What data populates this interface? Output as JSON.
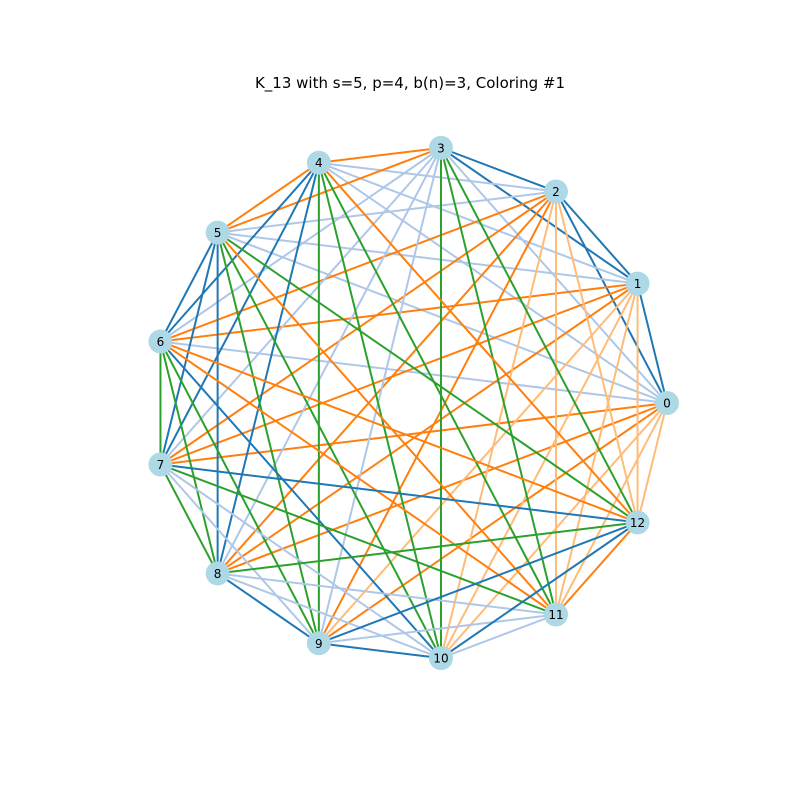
{
  "figure": {
    "title": "K_13 with s=5, p=4, b(n)=3, Coloring #1"
  },
  "colors": {
    "blue": "#1f77b4",
    "orange": "#ff7f0e",
    "green": "#2ca02c",
    "light_blue": "#aec7e8",
    "light_orange": "#ffbb78",
    "node_fill": "#add8e6"
  },
  "graph": {
    "nodes": [
      "0",
      "1",
      "2",
      "3",
      "4",
      "5",
      "6",
      "7",
      "8",
      "9",
      "10",
      "11",
      "12"
    ],
    "edges": [
      {
        "a": 0,
        "b": 1,
        "color": "blue"
      },
      {
        "a": 0,
        "b": 2,
        "color": "blue"
      },
      {
        "a": 0,
        "b": 3,
        "color": "light_blue"
      },
      {
        "a": 0,
        "b": 4,
        "color": "light_blue"
      },
      {
        "a": 0,
        "b": 5,
        "color": "light_blue"
      },
      {
        "a": 0,
        "b": 6,
        "color": "light_blue"
      },
      {
        "a": 0,
        "b": 7,
        "color": "orange"
      },
      {
        "a": 0,
        "b": 8,
        "color": "orange"
      },
      {
        "a": 0,
        "b": 9,
        "color": "orange"
      },
      {
        "a": 0,
        "b": 10,
        "color": "light_orange"
      },
      {
        "a": 0,
        "b": 11,
        "color": "light_orange"
      },
      {
        "a": 0,
        "b": 12,
        "color": "light_orange"
      },
      {
        "a": 1,
        "b": 2,
        "color": "blue"
      },
      {
        "a": 1,
        "b": 3,
        "color": "blue"
      },
      {
        "a": 1,
        "b": 4,
        "color": "light_blue"
      },
      {
        "a": 1,
        "b": 5,
        "color": "light_blue"
      },
      {
        "a": 1,
        "b": 6,
        "color": "orange"
      },
      {
        "a": 1,
        "b": 7,
        "color": "orange"
      },
      {
        "a": 1,
        "b": 8,
        "color": "orange"
      },
      {
        "a": 1,
        "b": 9,
        "color": "light_orange"
      },
      {
        "a": 1,
        "b": 10,
        "color": "light_orange"
      },
      {
        "a": 1,
        "b": 11,
        "color": "light_orange"
      },
      {
        "a": 1,
        "b": 12,
        "color": "light_orange"
      },
      {
        "a": 2,
        "b": 3,
        "color": "blue"
      },
      {
        "a": 2,
        "b": 4,
        "color": "light_blue"
      },
      {
        "a": 2,
        "b": 5,
        "color": "light_blue"
      },
      {
        "a": 2,
        "b": 6,
        "color": "orange"
      },
      {
        "a": 2,
        "b": 7,
        "color": "orange"
      },
      {
        "a": 2,
        "b": 8,
        "color": "orange"
      },
      {
        "a": 2,
        "b": 9,
        "color": "orange"
      },
      {
        "a": 2,
        "b": 10,
        "color": "light_orange"
      },
      {
        "a": 2,
        "b": 11,
        "color": "light_orange"
      },
      {
        "a": 2,
        "b": 12,
        "color": "light_orange"
      },
      {
        "a": 3,
        "b": 4,
        "color": "orange"
      },
      {
        "a": 3,
        "b": 5,
        "color": "orange"
      },
      {
        "a": 3,
        "b": 6,
        "color": "light_blue"
      },
      {
        "a": 3,
        "b": 7,
        "color": "light_blue"
      },
      {
        "a": 3,
        "b": 8,
        "color": "light_blue"
      },
      {
        "a": 3,
        "b": 9,
        "color": "light_blue"
      },
      {
        "a": 3,
        "b": 10,
        "color": "green"
      },
      {
        "a": 3,
        "b": 11,
        "color": "green"
      },
      {
        "a": 3,
        "b": 12,
        "color": "green"
      },
      {
        "a": 4,
        "b": 5,
        "color": "orange"
      },
      {
        "a": 4,
        "b": 6,
        "color": "blue"
      },
      {
        "a": 4,
        "b": 7,
        "color": "blue"
      },
      {
        "a": 4,
        "b": 8,
        "color": "blue"
      },
      {
        "a": 4,
        "b": 9,
        "color": "green"
      },
      {
        "a": 4,
        "b": 10,
        "color": "green"
      },
      {
        "a": 4,
        "b": 11,
        "color": "green"
      },
      {
        "a": 4,
        "b": 12,
        "color": "orange"
      },
      {
        "a": 5,
        "b": 6,
        "color": "blue"
      },
      {
        "a": 5,
        "b": 7,
        "color": "blue"
      },
      {
        "a": 5,
        "b": 8,
        "color": "blue"
      },
      {
        "a": 5,
        "b": 9,
        "color": "green"
      },
      {
        "a": 5,
        "b": 10,
        "color": "green"
      },
      {
        "a": 5,
        "b": 11,
        "color": "orange"
      },
      {
        "a": 5,
        "b": 12,
        "color": "green"
      },
      {
        "a": 6,
        "b": 7,
        "color": "green"
      },
      {
        "a": 6,
        "b": 8,
        "color": "green"
      },
      {
        "a": 6,
        "b": 9,
        "color": "green"
      },
      {
        "a": 6,
        "b": 10,
        "color": "blue"
      },
      {
        "a": 6,
        "b": 11,
        "color": "orange"
      },
      {
        "a": 6,
        "b": 12,
        "color": "orange"
      },
      {
        "a": 7,
        "b": 8,
        "color": "green"
      },
      {
        "a": 7,
        "b": 9,
        "color": "light_blue"
      },
      {
        "a": 7,
        "b": 10,
        "color": "light_blue"
      },
      {
        "a": 7,
        "b": 11,
        "color": "green"
      },
      {
        "a": 7,
        "b": 12,
        "color": "blue"
      },
      {
        "a": 8,
        "b": 9,
        "color": "blue"
      },
      {
        "a": 8,
        "b": 10,
        "color": "light_blue"
      },
      {
        "a": 8,
        "b": 11,
        "color": "light_blue"
      },
      {
        "a": 8,
        "b": 12,
        "color": "green"
      },
      {
        "a": 9,
        "b": 10,
        "color": "blue"
      },
      {
        "a": 9,
        "b": 11,
        "color": "light_blue"
      },
      {
        "a": 9,
        "b": 12,
        "color": "blue"
      },
      {
        "a": 10,
        "b": 11,
        "color": "light_blue"
      },
      {
        "a": 10,
        "b": 12,
        "color": "blue"
      },
      {
        "a": 11,
        "b": 12,
        "color": "orange"
      }
    ]
  }
}
